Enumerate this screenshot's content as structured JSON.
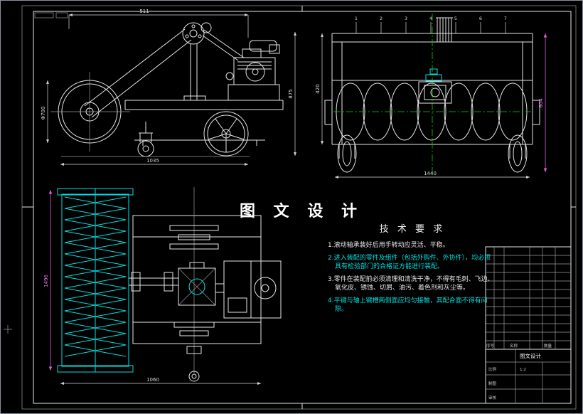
{
  "watermark": "图 文 设 计",
  "tech": {
    "heading": "技 术 要 求",
    "items": [
      "1.滚动轴承装好后用手转动应灵活、平稳。",
      "2.进入装配的零件及组件（包括外购件、外协件），均必须具有检验部门的合格证方能进行装配。",
      "3.零件在装配前必须清理和清洗干净，不得有毛刺、飞边、氧化皮、锈蚀、切屑、油污、着色剂和灰尘等。",
      "4.平键与轴上键槽两侧面应均匀接触，其配合面不得有间隙。"
    ]
  },
  "dims": {
    "side_top": "511",
    "side_left": "Φ700",
    "side_bottom": "1035",
    "side_right": "875",
    "rear_left": "420",
    "rear_right": "604",
    "rear_bottom": "1440",
    "top_left": "1496",
    "top_bottom": "1060"
  },
  "callouts": [
    "1",
    "2",
    "3",
    "4",
    "5",
    "6",
    "7"
  ],
  "title_block": {
    "name": "图文设计",
    "col_seq": "序号",
    "col_name": "名称",
    "col_qty": "数量",
    "scale_label": "比例",
    "scale_value": "1:2",
    "draw_label": "制图",
    "check_label": "审核"
  }
}
